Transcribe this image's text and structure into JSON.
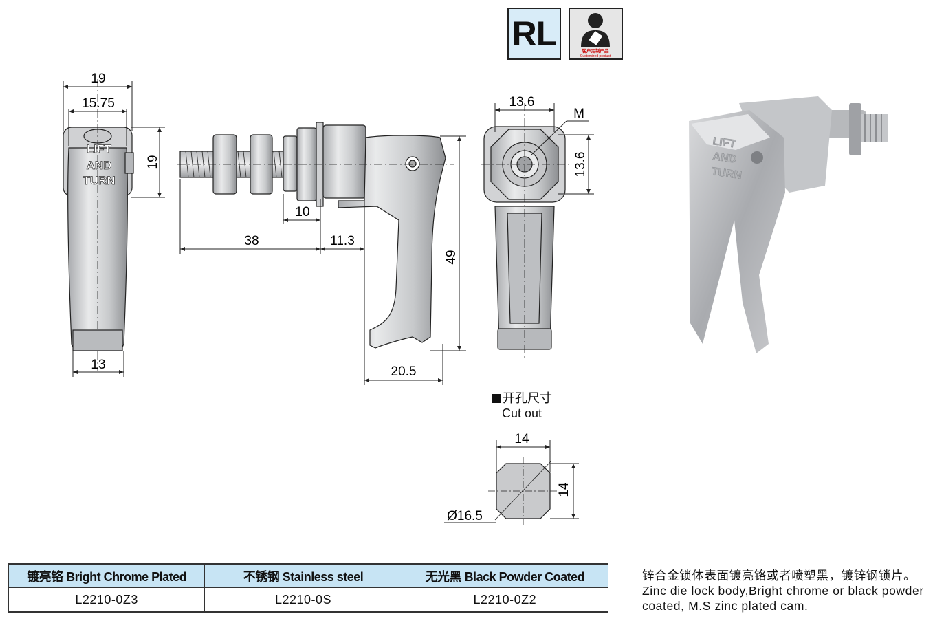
{
  "badges": {
    "rl_label": "RL",
    "customized_cn": "客户定制产品",
    "customized_en": "Customized product"
  },
  "front_view": {
    "width_total": "19",
    "width_inner": "15.75",
    "height_head": "19",
    "width_bottom": "13",
    "embossed_text": [
      "LIFT",
      "AND",
      "TURN"
    ]
  },
  "side_view": {
    "thread_length": "38",
    "nut_width": "10",
    "body_length": "11.3",
    "handle_height": "49",
    "handle_reach": "20.5"
  },
  "back_view": {
    "width": "13.6",
    "height": "13.6",
    "thread_label": "M"
  },
  "cutout": {
    "title_cn": "开孔尺寸",
    "title_en": "Cut out",
    "width": "14",
    "height": "14",
    "diameter": "Ø16.5"
  },
  "table": {
    "headers": [
      "镀亮铬 Bright Chrome Plated",
      "不锈钢 Stainless steel",
      "无光黑 Black Powder Coated"
    ],
    "codes": [
      "L2210-0Z3",
      "L2210-0S",
      "L2210-0Z2"
    ]
  },
  "notes": {
    "cn": "锌合金锁体表面镀亮铬或者喷塑黑，镀锌钢锁片。",
    "en": "Zinc die lock body,Bright chrome or black powder coated, M.S zinc plated cam."
  }
}
